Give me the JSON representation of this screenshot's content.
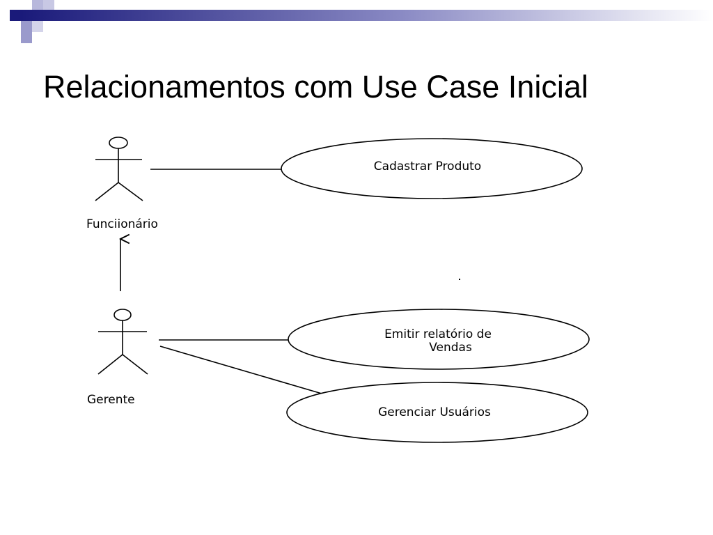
{
  "slide": {
    "title": "Relacionamentos com Use Case Inicial"
  },
  "theme": {
    "deco_dark": "#1a1a7a",
    "deco_light": "#9a9acc",
    "deco_pale": "#ffffff"
  },
  "diagram": {
    "actors": [
      {
        "id": "funcionario",
        "label": "Funciionário"
      },
      {
        "id": "gerente",
        "label": "Gerente"
      }
    ],
    "use_cases": [
      {
        "id": "cadastrar-produto",
        "lines": [
          "Cadastrar Produto"
        ]
      },
      {
        "id": "emitir-relatorio",
        "lines": [
          "Emitir relatório de",
          "Vendas"
        ]
      },
      {
        "id": "gerenciar-usuarios",
        "lines": [
          "Gerenciar Usuários"
        ]
      }
    ]
  }
}
